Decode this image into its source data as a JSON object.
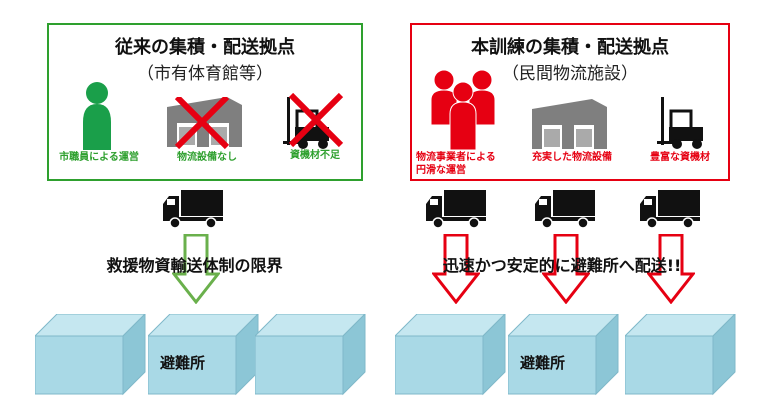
{
  "left_panel": {
    "title": "従来の集積・配送拠点",
    "subtitle": "（市有体育館等）",
    "items": [
      {
        "label": "市職員による運営",
        "icon": "person-icon"
      },
      {
        "label": "物流設備なし",
        "icon": "warehouse-icon",
        "crossed": true
      },
      {
        "label": "資機材不足",
        "icon": "forklift-icon",
        "crossed": true
      }
    ],
    "message": "救援物資輸送体制の限界",
    "color": "#2ea02e"
  },
  "right_panel": {
    "title": "本訓練の集積・配送拠点",
    "subtitle": "（民間物流施設）",
    "items": [
      {
        "label_line1": "物流事業者による",
        "label_line2": "円滑な運営",
        "icon": "people-icon"
      },
      {
        "label": "充実した物流設備",
        "icon": "warehouse-icon"
      },
      {
        "label": "豊富な資機材",
        "icon": "forklift-icon"
      }
    ],
    "message": "迅速かつ安定的に避難所へ配送!!",
    "color": "#e60012"
  },
  "shelter_label": "避難所",
  "colors": {
    "shelter": "#a9d9e6",
    "icon_gray": "#7f7f7f"
  }
}
